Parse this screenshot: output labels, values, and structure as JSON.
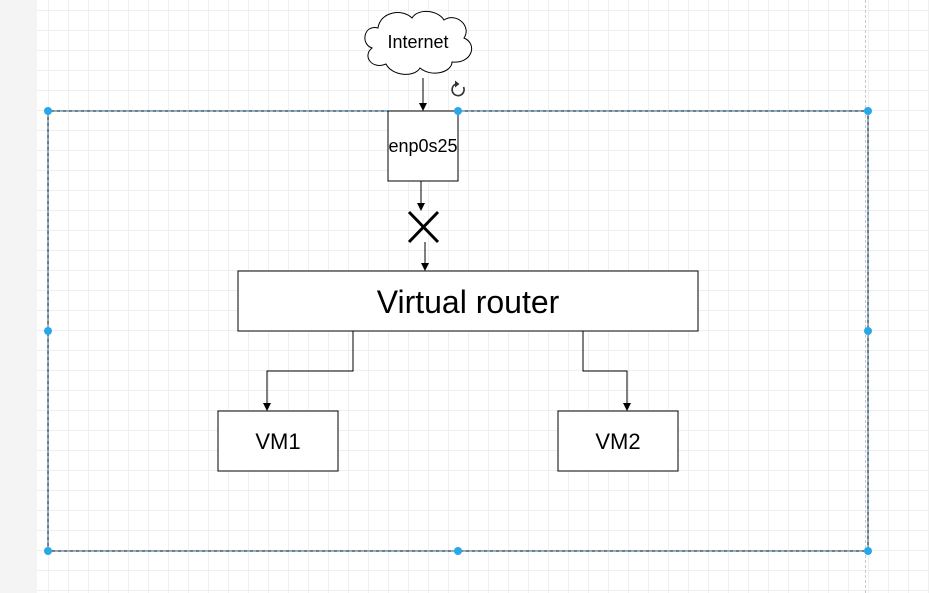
{
  "diagram": {
    "nodes": {
      "internet": {
        "label": "Internet",
        "shape": "cloud"
      },
      "nic": {
        "label": "enp0s25",
        "shape": "rectangle"
      },
      "switch": {
        "label": "",
        "shape": "cross-symbol"
      },
      "router": {
        "label": "Virtual router",
        "shape": "rectangle"
      },
      "vm1": {
        "label": "VM1",
        "shape": "rectangle"
      },
      "vm2": {
        "label": "VM2",
        "shape": "rectangle"
      },
      "container": {
        "label": "",
        "shape": "rectangle",
        "selected": true
      }
    },
    "edges": [
      {
        "from": "internet",
        "to": "nic"
      },
      {
        "from": "nic",
        "to": "switch"
      },
      {
        "from": "switch",
        "to": "router"
      },
      {
        "from": "router",
        "to": "vm1"
      },
      {
        "from": "router",
        "to": "vm2"
      }
    ]
  },
  "colors": {
    "selection": "#29a8e9",
    "selection_border": "#1a6fa8",
    "stroke": "#000000",
    "grid": "#efefef"
  },
  "icons": {
    "rotate_handle": "rotate-icon"
  }
}
